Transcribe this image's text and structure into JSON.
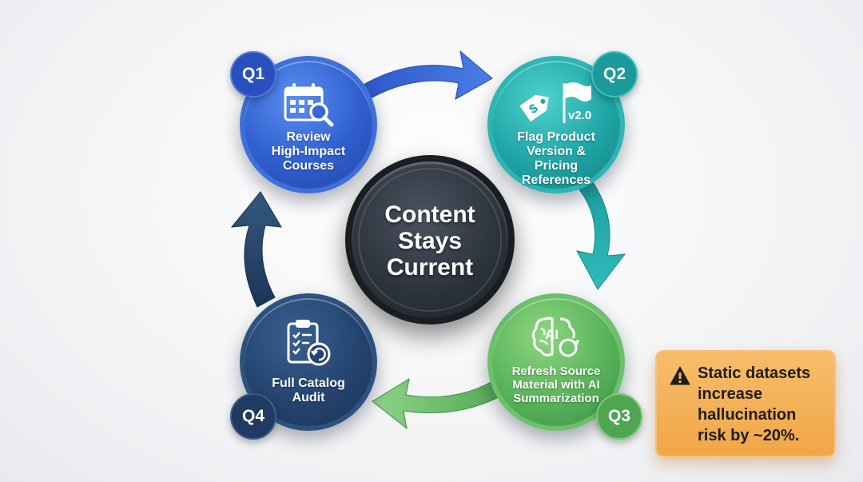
{
  "diagram": {
    "center_title": "Content\nStays\nCurrent",
    "quarters": [
      {
        "badge": "Q1",
        "label": "Review\nHigh-Impact\nCourses",
        "icon": "calendar-search-icon",
        "color": "#2f5fcf"
      },
      {
        "badge": "Q2",
        "label": "Flag Product\nVersion & Pricing\nReferences",
        "icon": "price-tag-flag-icon",
        "icon_text": "v2.0",
        "color": "#1fa5a6"
      },
      {
        "badge": "Q3",
        "label": "Refresh Source\nMaterial with AI\nSummarization",
        "icon": "ai-brain-refresh-icon",
        "icon_text": "AI",
        "color": "#58b35a"
      },
      {
        "badge": "Q4",
        "label": "Full Catalog\nAudit",
        "icon": "clipboard-refresh-icon",
        "color": "#24446f"
      }
    ],
    "arrow_colors": [
      "#3a63d4",
      "#22a7aa",
      "#6cc06c",
      "#2a4a74"
    ],
    "callout": {
      "text": "Static datasets increase hallucination risk by ~20%.",
      "icon": "warning-icon",
      "color": "#f1a648"
    }
  }
}
